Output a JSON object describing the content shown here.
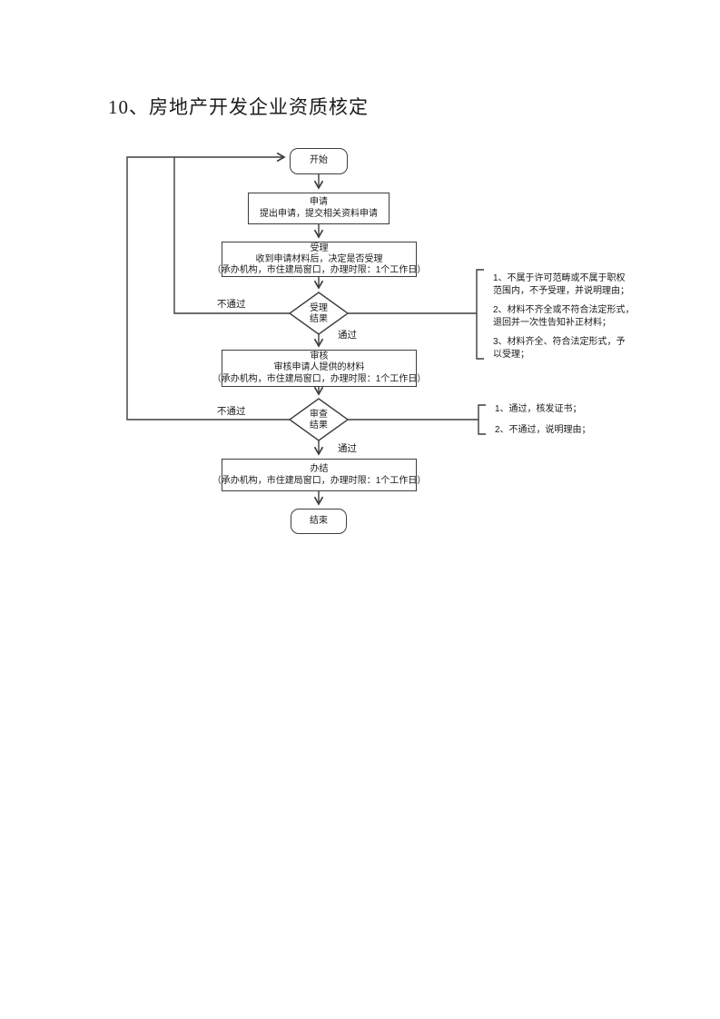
{
  "page": {
    "title": "10、房地产开发企业资质核定"
  },
  "colors": {
    "line": "#3d3d3d",
    "text": "#1a1a1a",
    "background": "#ffffff"
  },
  "flowchart": {
    "start": {
      "label": "开始"
    },
    "apply": {
      "title": "申请",
      "desc": "提出申请，提交相关资料申请"
    },
    "accept": {
      "title": "受理",
      "desc": "收到申请材料后，决定是否受理",
      "meta": "（承办机构，市住建局窗口，办理时限：1个工作日）"
    },
    "decision1": {
      "line1": "受理",
      "line2": "结果"
    },
    "review": {
      "title": "审核",
      "desc": "审核申请人提供的材料",
      "meta": "（承办机构，市住建局窗口，办理时限：1个工作日）"
    },
    "decision2": {
      "line1": "审查",
      "line2": "结果"
    },
    "done": {
      "title": "办结",
      "meta": "（承办机构，市住建局窗口，办理时限：1个工作日）"
    },
    "end": {
      "label": "结束"
    },
    "edges": {
      "fail1": "不通过",
      "pass1": "通过",
      "fail2": "不通过",
      "pass2": "通过"
    }
  },
  "notes": {
    "accept_result": {
      "items": [
        {
          "line1": "1、不属于许可范畴或不属于职权",
          "line2": "范围内，不予受理，并说明理由；"
        },
        {
          "line1": "2、材料不齐全或不符合法定形式，",
          "line2": "退回并一次性告知补正材料；"
        },
        {
          "line1": "3、材料齐全、符合法定形式，予",
          "line2": "以受理；"
        }
      ]
    },
    "review_result": {
      "items": [
        {
          "line1": "1、通过，核发证书；"
        },
        {
          "line1": "2、不通过，说明理由；"
        }
      ]
    }
  }
}
